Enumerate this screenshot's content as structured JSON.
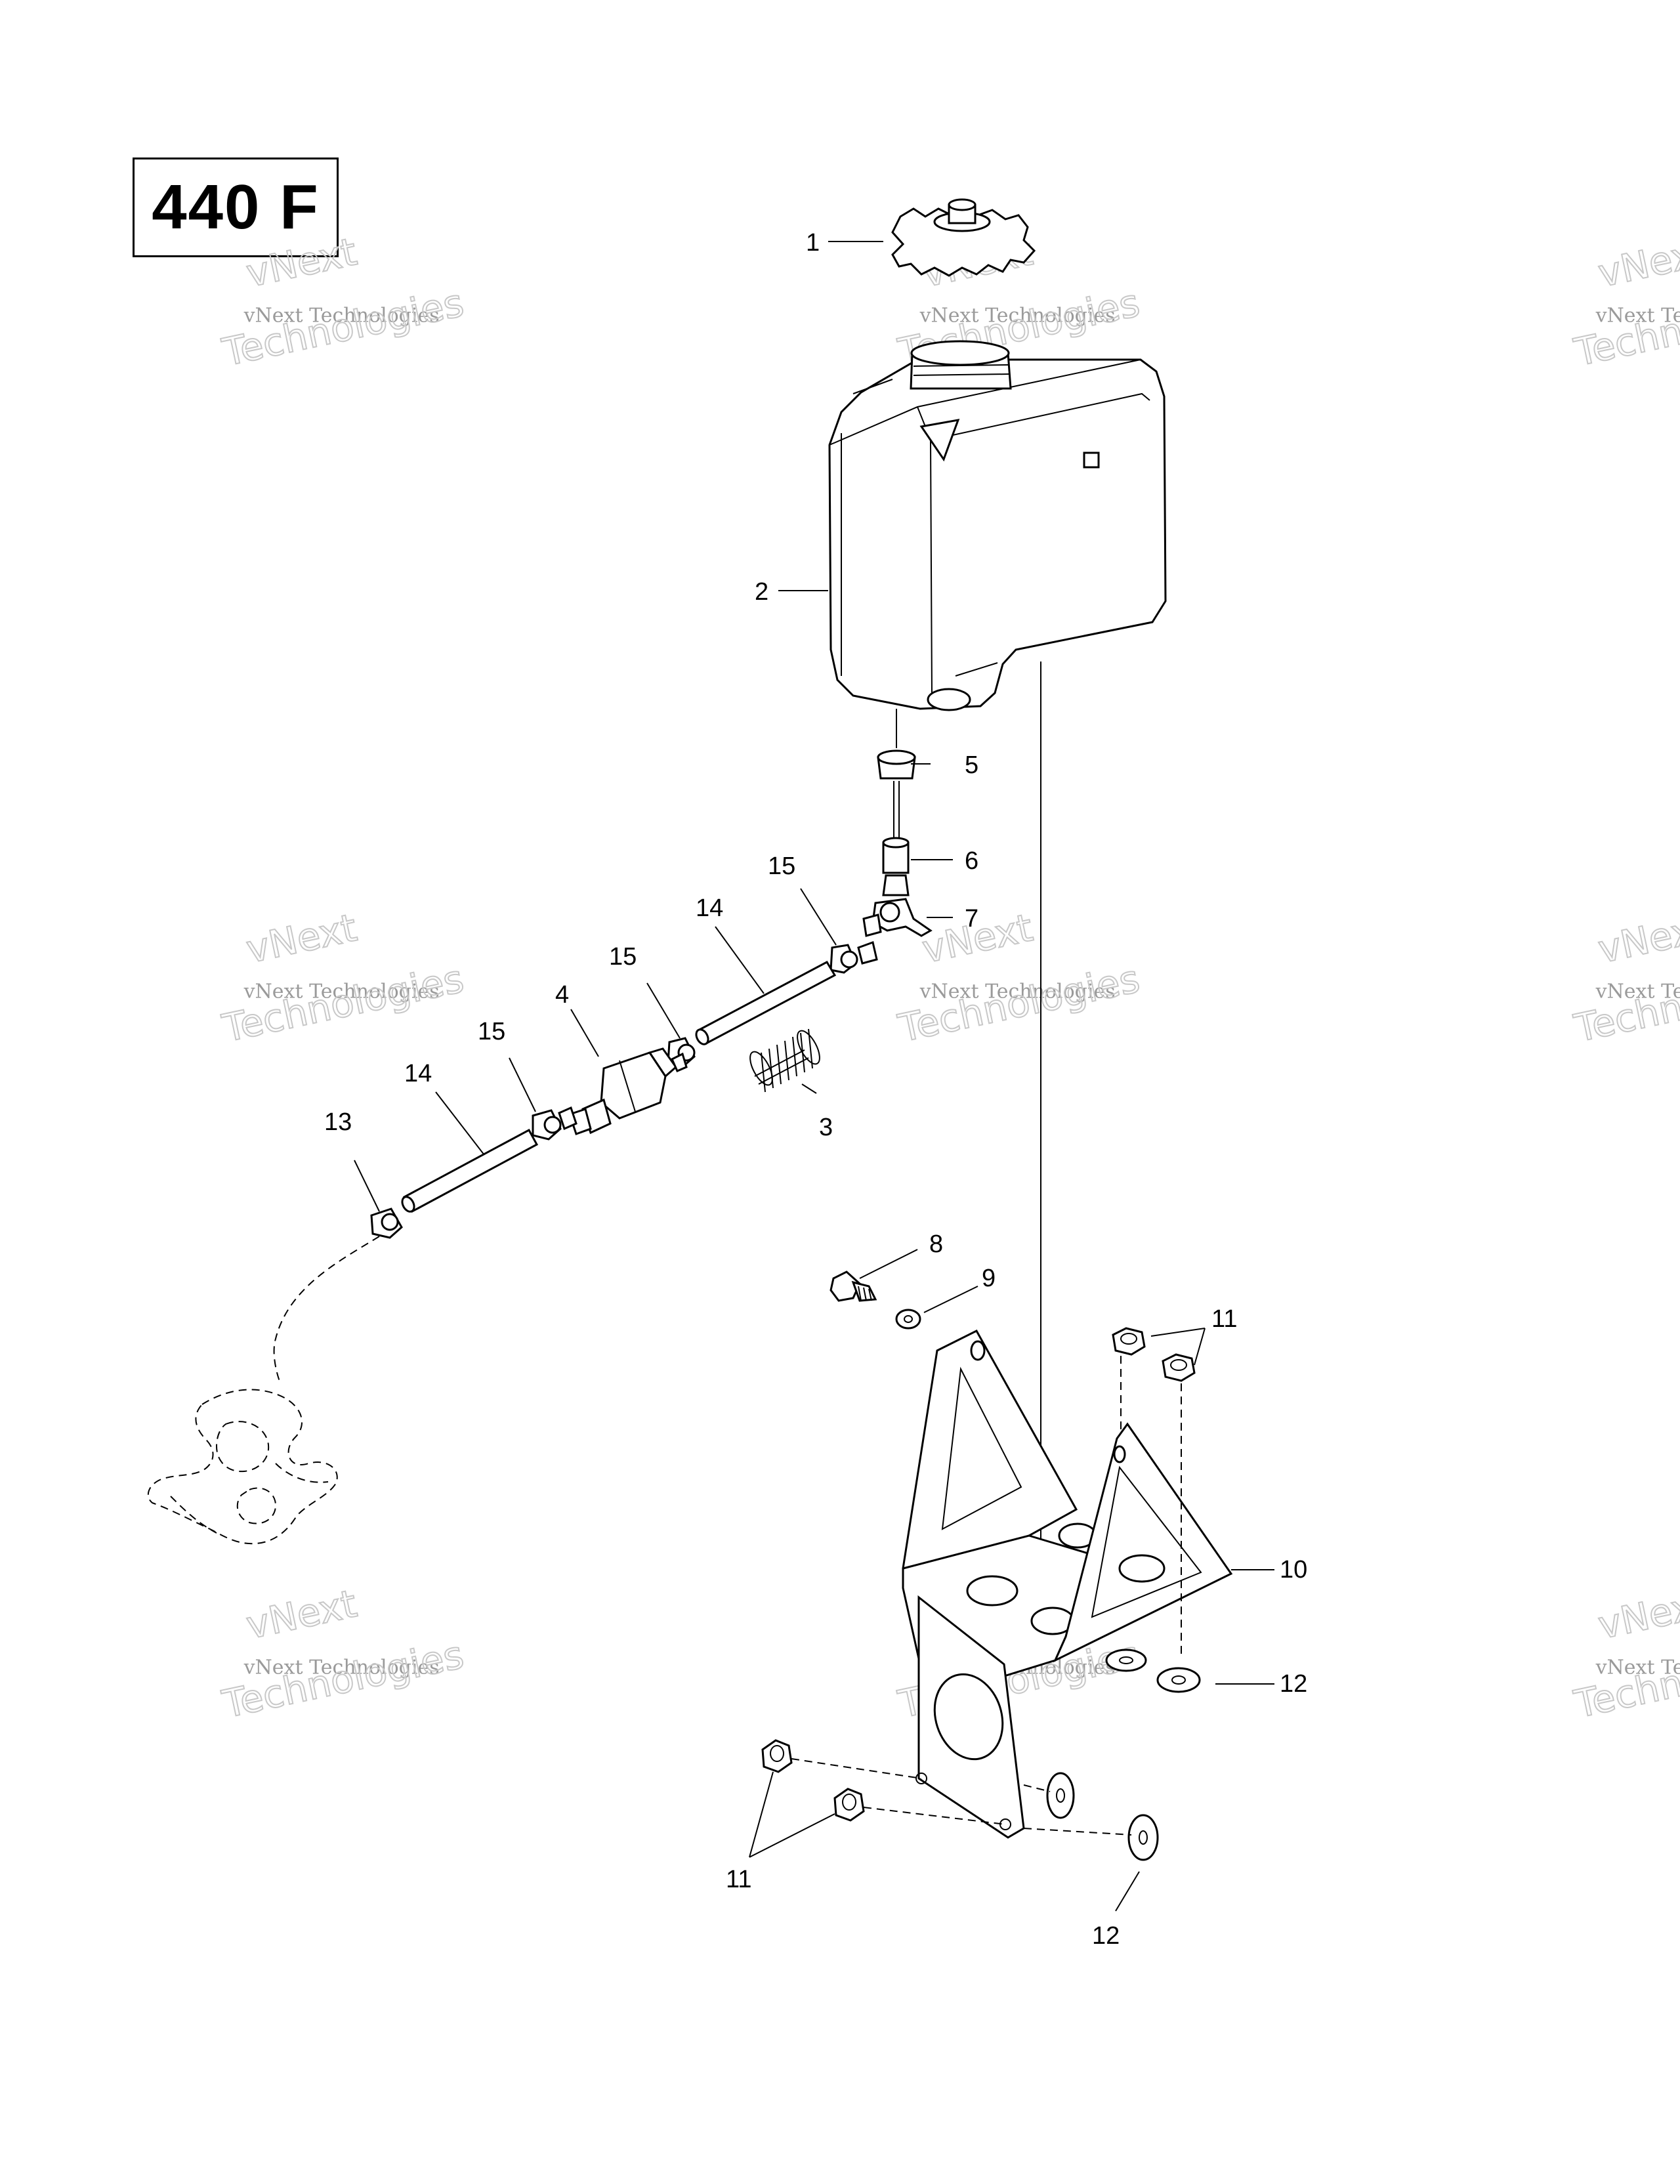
{
  "model": "440 F",
  "watermark": {
    "line1": "vNext",
    "line2": "vNext Technologies",
    "line3": "Technologies"
  },
  "callouts": [
    {
      "id": "c1",
      "label": "1"
    },
    {
      "id": "c2",
      "label": "2"
    },
    {
      "id": "c3",
      "label": "3"
    },
    {
      "id": "c4",
      "label": "4"
    },
    {
      "id": "c5",
      "label": "5"
    },
    {
      "id": "c6",
      "label": "6"
    },
    {
      "id": "c7",
      "label": "7"
    },
    {
      "id": "c8",
      "label": "8"
    },
    {
      "id": "c9",
      "label": "9"
    },
    {
      "id": "c10",
      "label": "10"
    },
    {
      "id": "c11a",
      "label": "11"
    },
    {
      "id": "c11b",
      "label": "11"
    },
    {
      "id": "c12a",
      "label": "12"
    },
    {
      "id": "c12b",
      "label": "12"
    },
    {
      "id": "c13",
      "label": "13"
    },
    {
      "id": "c14a",
      "label": "14"
    },
    {
      "id": "c14b",
      "label": "14"
    },
    {
      "id": "c15a",
      "label": "15"
    },
    {
      "id": "c15b",
      "label": "15"
    },
    {
      "id": "c15c",
      "label": "15"
    }
  ]
}
